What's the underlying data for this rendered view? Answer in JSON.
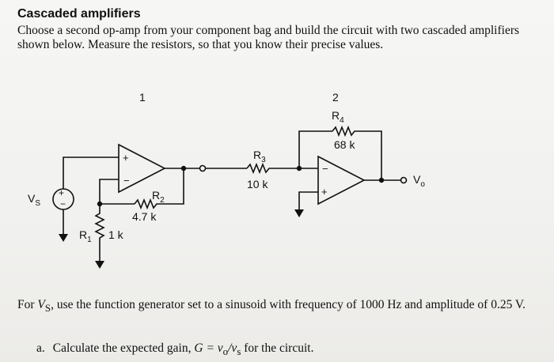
{
  "heading": "Cascaded amplifiers",
  "intro": "Choose a second op-amp from your component bag and build the circuit with two cascaded amplifiers shown below. Measure the resistors, so that you know their precise values.",
  "circuit": {
    "stage1_label": "1",
    "stage2_label": "2",
    "r1_label": "R",
    "r1_sub": "1",
    "r1_value": "1 k",
    "r2_label": "R",
    "r2_sub": "2",
    "r2_value": "4.7 k",
    "r3_label": "R",
    "r3_sub": "3",
    "r3_value": "10 k",
    "r4_label": "R",
    "r4_sub": "4",
    "r4_value": "68 k",
    "source_label": "V",
    "source_sub": "S",
    "output_label": "V",
    "output_sub": "o",
    "plus_sign": "+",
    "minus_sign": "−"
  },
  "para": {
    "prefix": "For ",
    "var": "V",
    "var_sub": "S",
    "suffix": ", use the function generator set to a sinusoid with frequency of 1000 Hz and amplitude of 0.25 V."
  },
  "item_a": {
    "marker": "a.",
    "text_before": "Calculate the expected gain, ",
    "formula": "G = v",
    "f_sub1": "o",
    "f_mid": "/v",
    "f_sub2": "s",
    "text_after": " for the circuit."
  }
}
